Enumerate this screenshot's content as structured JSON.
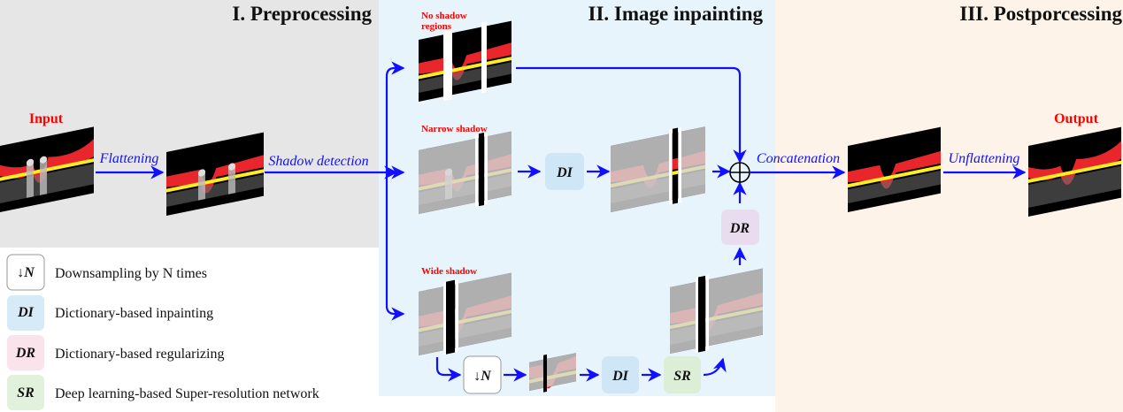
{
  "sections": {
    "preprocessing": "I. Preprocessing",
    "inpainting": "II. Image inpainting",
    "postprocessing": "III. Postporcessing"
  },
  "labels": {
    "input": "Input",
    "output": "Output",
    "no_shadow_1": "No shadow",
    "no_shadow_2": "regions",
    "narrow_shadow": "Narrow shadow",
    "wide_shadow": "Wide shadow"
  },
  "flows": {
    "flattening": "Flattening",
    "shadow_detection": "Shadow detection",
    "concatenation": "Concatenation",
    "unflattening": "Unflattening"
  },
  "blocks": {
    "down": "↓N",
    "di": "DI",
    "dr": "DR",
    "sr": "SR"
  },
  "legend": [
    {
      "symbol": "↓N",
      "text": "Downsampling by N times",
      "color": "#ffffff"
    },
    {
      "symbol": "DI",
      "text": "Dictionary-based inpainting",
      "color": "#d6eaf8"
    },
    {
      "symbol": "DR",
      "text": "Dictionary-based regularizing",
      "color": "#fbe3ec"
    },
    {
      "symbol": "SR",
      "text": "Deep learning-based Super-resolution network",
      "color": "#e2f1dc"
    }
  ],
  "colors": {
    "arrow": "#1010ff",
    "panel_pre": "#e6e6e6",
    "panel_inpaint": "#e8f4fb",
    "panel_post": "#fdf3e8",
    "di_block": "#cfe6f7",
    "dr_block": "#eadcef",
    "sr_block": "#dcefd6"
  }
}
